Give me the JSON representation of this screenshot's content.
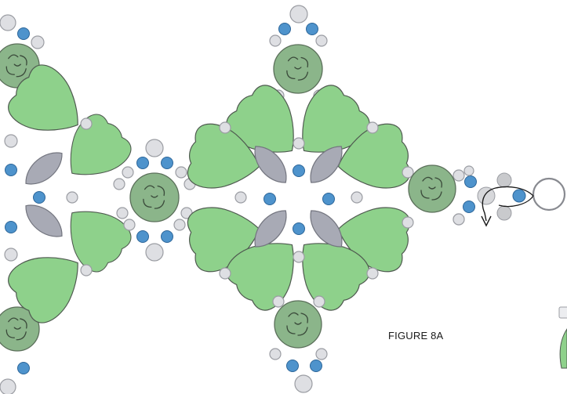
{
  "figure": {
    "caption": "FIGURE 8A"
  },
  "colors": {
    "petal_fill": "#8ed18b",
    "petal_stroke": "#4f5a50",
    "rivoli_fill": "#8bb58a",
    "rivoli_stroke": "#5b6f5a",
    "gray_bead_fill": "#dedfe3",
    "gray_bead_stroke": "#9b9da3",
    "blue_bead_fill": "#4e93cc",
    "blue_bead_stroke": "#2d6699",
    "marquise_fill": "#a8aab5",
    "marquise_stroke": "#73757f",
    "thread": "#1a1a1a"
  },
  "legend_icons": [
    "petal-bead",
    "rivoli",
    "round-bead-gray",
    "round-bead-blue",
    "marquise-bead",
    "needle-thread-path"
  ]
}
